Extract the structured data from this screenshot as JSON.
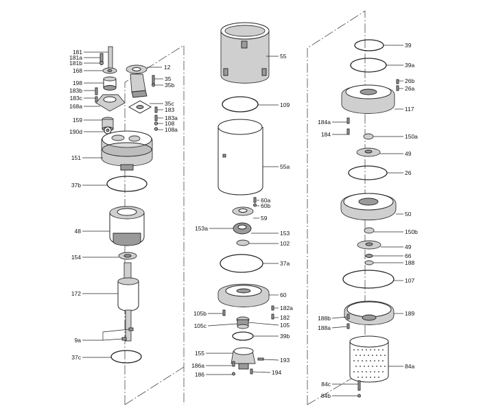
{
  "labels": {
    "l181": "181",
    "l181a": "181a",
    "l181b": "181b",
    "l168": "168",
    "l198": "198",
    "l183b": "183b",
    "l183c": "183c",
    "l168a": "168a",
    "l12": "12",
    "l35": "35",
    "l35b": "35b",
    "l35c": "35c",
    "l183": "183",
    "l183a": "183a",
    "l108": "108",
    "l108a": "108a",
    "l159": "159",
    "l190d": "190d",
    "l151": "151",
    "l37b": "37b",
    "l48": "48",
    "l154": "154",
    "l172": "172",
    "l9a": "9a",
    "l37c": "37c",
    "l55": "55",
    "l109": "109",
    "l55a": "55a",
    "l60a": "60a",
    "l60b": "60b",
    "l59": "59",
    "l153a": "153a",
    "l153": "153",
    "l102": "102",
    "l37a": "37a",
    "l60": "60",
    "l105b": "105b",
    "l182a": "182a",
    "l182": "182",
    "l105c": "105c",
    "l105": "105",
    "l39b": "39b",
    "l155": "155",
    "l193": "193",
    "l186a": "186a",
    "l186": "186",
    "l194": "194",
    "l39": "39",
    "l39a": "39a",
    "l26b": "26b",
    "l26a": "26a",
    "l117": "117",
    "l184a": "184a",
    "l184": "184",
    "l150a": "150a",
    "l49": "49",
    "l26": "26",
    "l50": "50",
    "l150b": "150b",
    "l49b": "49",
    "l66": "66",
    "l188": "188",
    "l107": "107",
    "l189": "189",
    "l188b": "188b",
    "l188a": "188a",
    "l84a": "84a",
    "l84c": "84c",
    "l84b": "84b"
  }
}
